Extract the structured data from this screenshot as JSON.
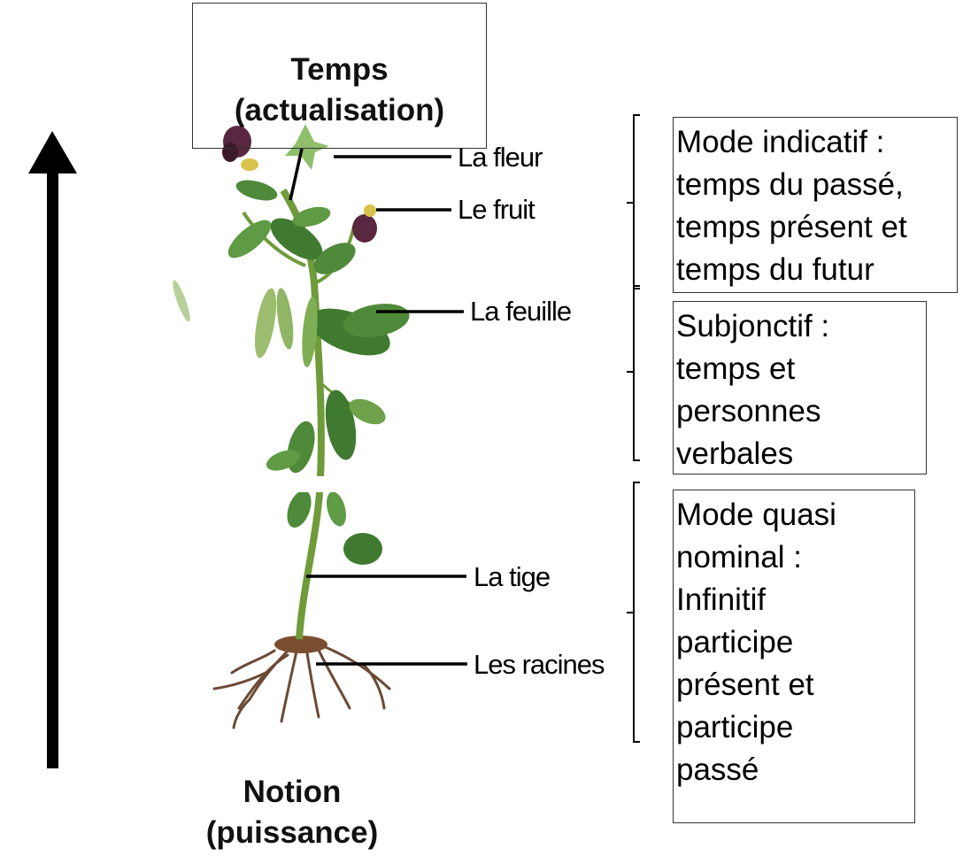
{
  "top_title": {
    "line1": "Temps",
    "line2": "(actualisation)"
  },
  "bottom_title": {
    "line1": "Notion",
    "line2": "(puissance)"
  },
  "plant_labels": {
    "flower": "La fleur",
    "fruit": "Le fruit",
    "leaf": "La feuille",
    "stem": "La tige",
    "roots": "Les racines"
  },
  "mode_boxes": [
    {
      "text": "Mode indicatif :\ntemps du passé,\ntemps présent et\ntemps du futur"
    },
    {
      "text": "Subjonctif :\ntemps et\npersonnes\nverbales"
    },
    {
      "text": "Mode quasi\nnominal :\nInfinitif\nparticipe\nprésent et\nparticipe\npassé"
    }
  ],
  "colors": {
    "arrow": "#000000",
    "leaf": "#3f7a30",
    "leaf_light": "#7fae55",
    "stem": "#6f9b3a",
    "flower": "#5a2740",
    "roots": "#6b4a35"
  }
}
